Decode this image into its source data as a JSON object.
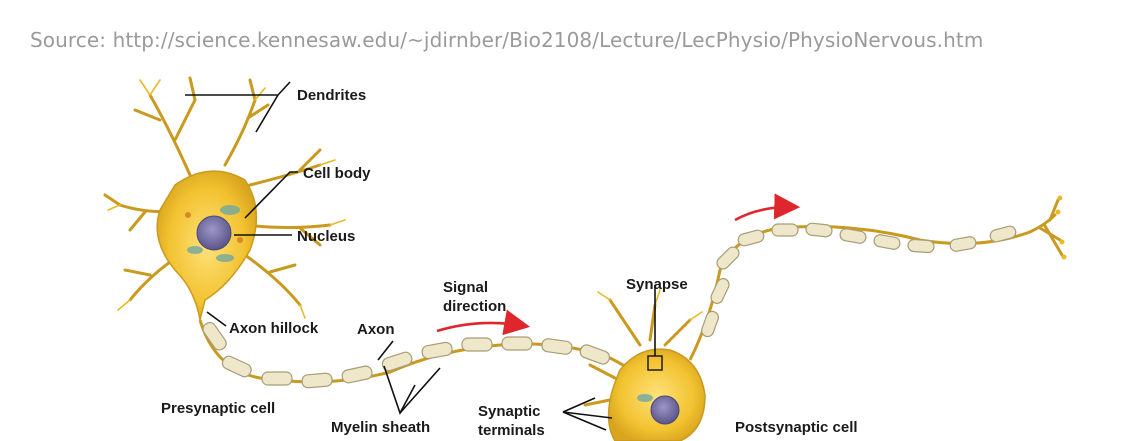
{
  "source_text": "Source: http://science.kennesaw.edu/~jdirnber/Bio2108/Lecture/LecPhysio/PhysioNervous.htm",
  "labels": {
    "dendrites": "Dendrites",
    "cell_body": "Cell body",
    "nucleus": "Nucleus",
    "signal_direction_1": "Signal",
    "signal_direction_2": "direction",
    "synapse": "Synapse",
    "axon_hillock": "Axon hillock",
    "axon": "Axon",
    "presynaptic_cell": "Presynaptic cell",
    "myelin_sheath": "Myelin sheath",
    "synaptic_terminals_1": "Synaptic",
    "synaptic_terminals_2": "terminals",
    "postsynaptic_cell": "Postsynaptic cell"
  },
  "colors": {
    "cell": "#f2c230",
    "cell_edge": "#c99a1e",
    "nucleus": "#6f6a9a",
    "myelin": "#eee7c9",
    "arrow": "#e0262d",
    "source_text": "#9a9a9a"
  }
}
